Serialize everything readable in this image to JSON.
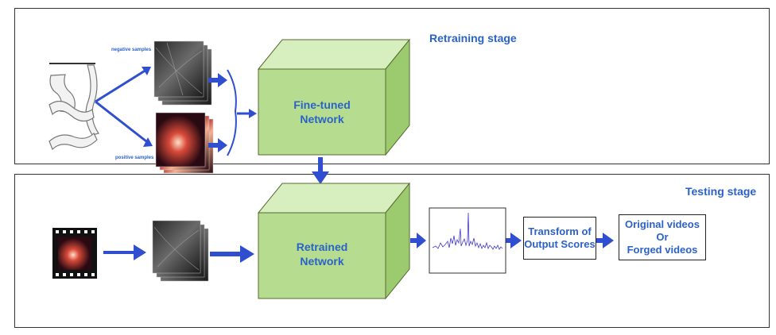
{
  "retraining": {
    "stage_label": "Retraining stage",
    "negative_label": "negative samples",
    "positive_label": "positive samples",
    "network_line1": "Fine-tuned",
    "network_line2": "Network"
  },
  "testing": {
    "stage_label": "Testing stage",
    "network_line1": "Retrained",
    "network_line2": "Network",
    "transform_line1": "Transform of",
    "transform_line2": "Output Scores",
    "result_line1": "Original videos",
    "result_line2": "Or",
    "result_line3": "Forged videos"
  },
  "colors": {
    "arrow": "#2f4fd0",
    "cube_front": "#b6dd8f",
    "cube_top": "#d7efbf",
    "cube_side": "#9ccb6f",
    "text": "#2b62c8"
  }
}
